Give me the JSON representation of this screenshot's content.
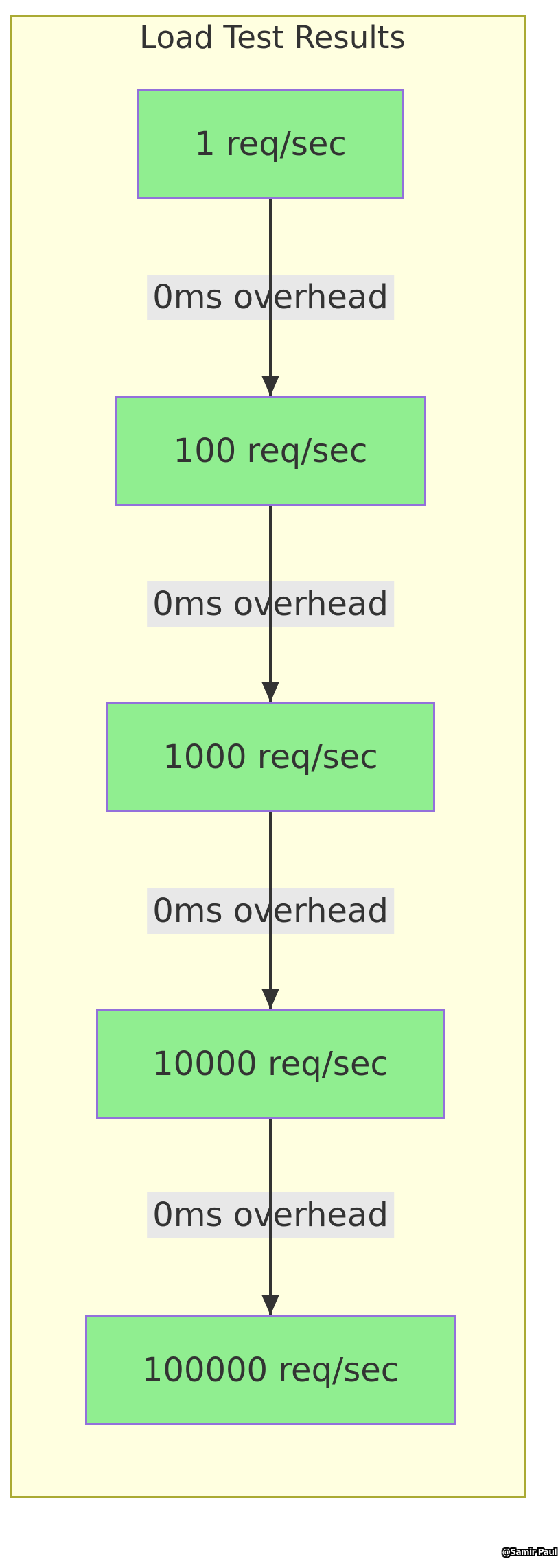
{
  "diagram": {
    "title": "Load Test Results",
    "nodes": [
      {
        "id": "A",
        "label": "1 req/sec"
      },
      {
        "id": "B",
        "label": "100 req/sec"
      },
      {
        "id": "C",
        "label": "1000 req/sec"
      },
      {
        "id": "D",
        "label": "10000 req/sec"
      },
      {
        "id": "E",
        "label": "100000 req/sec"
      }
    ],
    "edges": [
      {
        "from": "A",
        "to": "B",
        "label": "0ms overhead"
      },
      {
        "from": "B",
        "to": "C",
        "label": "0ms overhead"
      },
      {
        "from": "C",
        "to": "D",
        "label": "0ms overhead"
      },
      {
        "from": "D",
        "to": "E",
        "label": "0ms overhead"
      }
    ]
  },
  "colors": {
    "page-bg": "#FFFFFF",
    "cluster-fill": "#FFFFE0",
    "cluster-border": "#AAAA33",
    "node-fill": "#90EE90",
    "node-border": "#9370DB",
    "edge-color": "#333333",
    "label-bg": "#E8E8E8",
    "text-color": "#333333"
  },
  "watermark": {
    "text": "@Samir Paul"
  }
}
